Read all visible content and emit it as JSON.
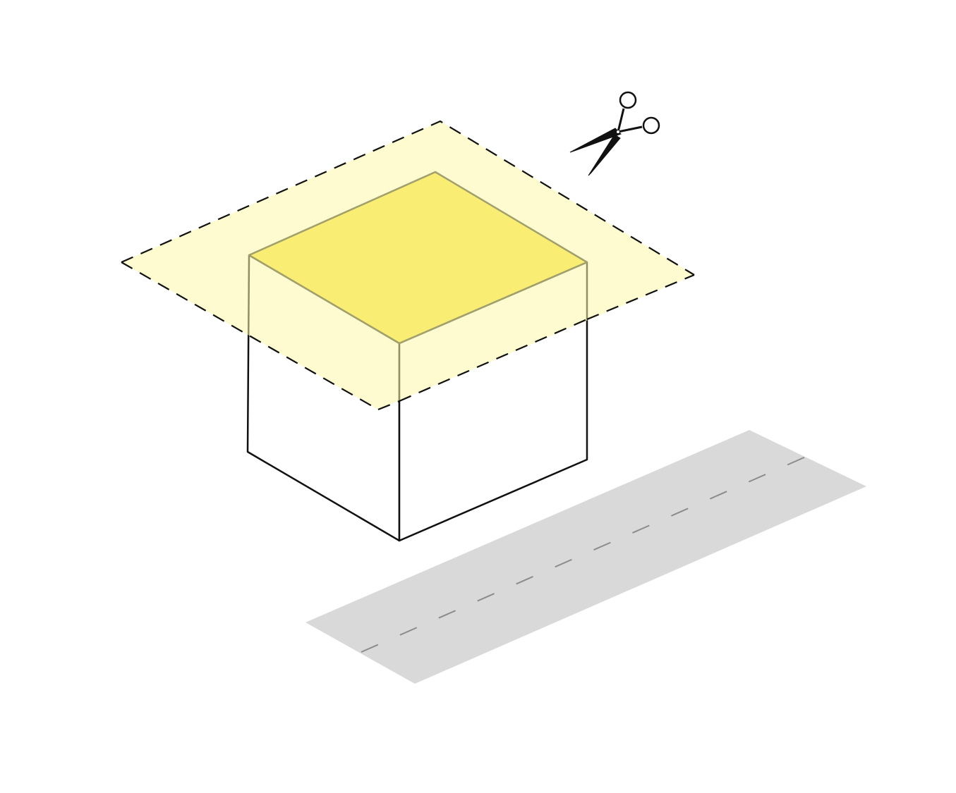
{
  "diagram": {
    "description_items": [
      "road-strip",
      "building-block",
      "cutting-plane",
      "scissors-icon"
    ],
    "colors": {
      "background": "#ffffff",
      "road_fill": "#d9d9d9",
      "road_centerline": "#8c8c8c",
      "box_top_fill": "#f5e135",
      "box_top_stroke": "#333322",
      "box_side_fill": "#ffffff",
      "box_stroke": "#111111",
      "cut_plane_fill": "#fbf7a8",
      "cut_plane_opacity": 0.55,
      "cut_plane_stroke": "#111111",
      "scissors_color": "#111111"
    },
    "icons": {
      "cut_tool": "scissors-icon"
    }
  }
}
